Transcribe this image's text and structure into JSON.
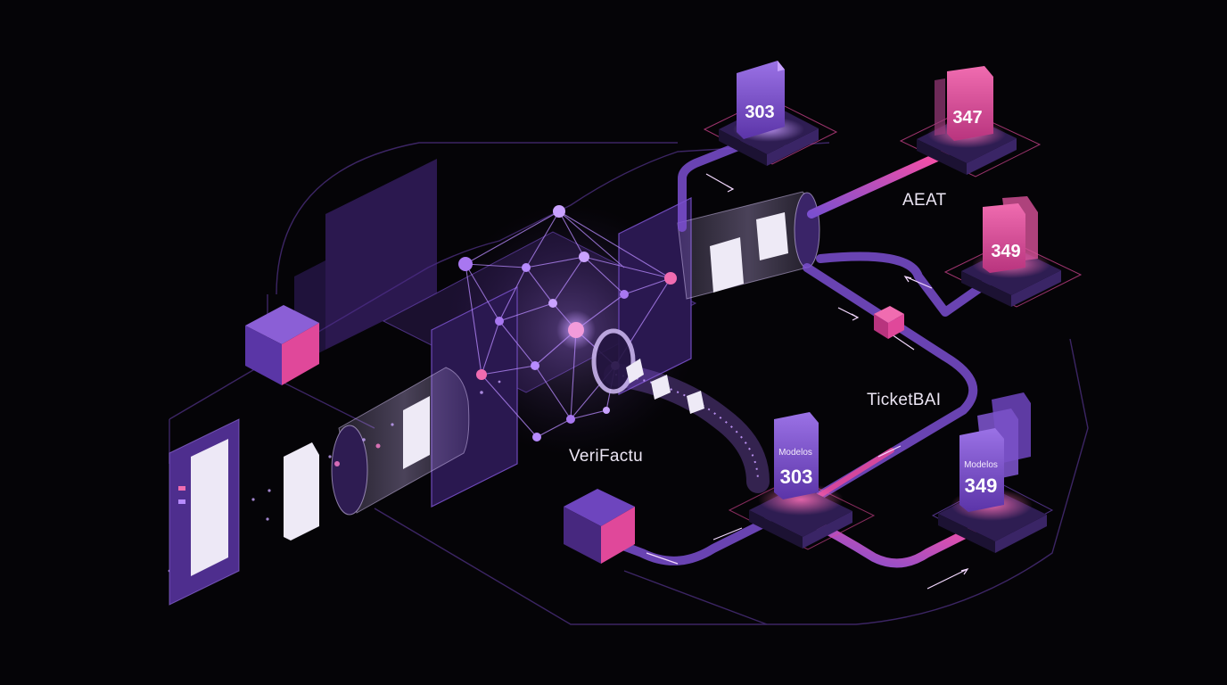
{
  "labels": {
    "verifactu": "VeriFactu",
    "aeat": "AEAT",
    "ticketbai": "TicketBAI"
  },
  "forms": [
    {
      "id": "form-303-top",
      "number": "303",
      "caption": ""
    },
    {
      "id": "form-347",
      "number": "347",
      "caption": ""
    },
    {
      "id": "form-349-top",
      "number": "349",
      "caption": ""
    },
    {
      "id": "form-303-bottom",
      "number": "303",
      "caption": "Modelos"
    },
    {
      "id": "form-349-bottom",
      "number": "349",
      "caption": "Modelos"
    }
  ],
  "colors": {
    "background": "#050407",
    "purple": "#7B4FD0",
    "violet": "#9A6BE8",
    "pink": "#E0489A",
    "document": "#E9E4F2"
  }
}
